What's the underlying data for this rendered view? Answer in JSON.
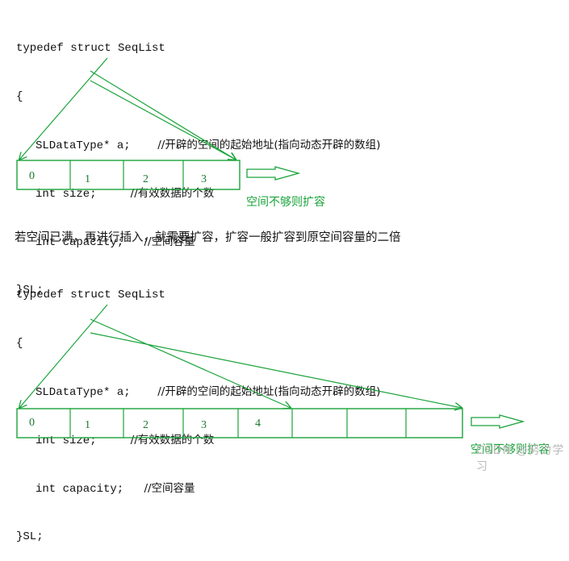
{
  "section1": {
    "code": {
      "line1": "typedef struct SeqList",
      "line2": "{",
      "field_a": "SLDataType* a;",
      "field_a_comment": "//开辟的空间的起始地址(指向动态开辟的数组)",
      "field_size": "int size;",
      "field_size_comment": "//有效数据的个数",
      "field_capacity": "int capacity;",
      "field_capacity_comment": "//空间容量",
      "line_end": "}SL;"
    },
    "cells": [
      "0",
      "1",
      "2",
      "3"
    ],
    "note": "空间不够则扩容"
  },
  "explanation": "若空间已满，再进行插入，就需要扩容，扩容一般扩容到原空间容量的二倍",
  "section2": {
    "code": {
      "line1": "typedef struct SeqList",
      "line2": "{",
      "field_a": "SLDataType* a;",
      "field_a_comment": "//开辟的空间的起始地址(指向动态开辟的数组)",
      "field_size": "int size;",
      "field_size_comment": "//有效数据的个数",
      "field_capacity": "int capacity;",
      "field_capacity_comment": "//空间容量",
      "line_end": "}SL;"
    },
    "cells": [
      "0",
      "1",
      "2",
      "3",
      "4",
      "",
      "",
      ""
    ],
    "note": "空间不够则扩容"
  },
  "watermark": "CSDN @努力学习",
  "colors": {
    "diagram": "#1aa33a",
    "text": "#111111"
  }
}
